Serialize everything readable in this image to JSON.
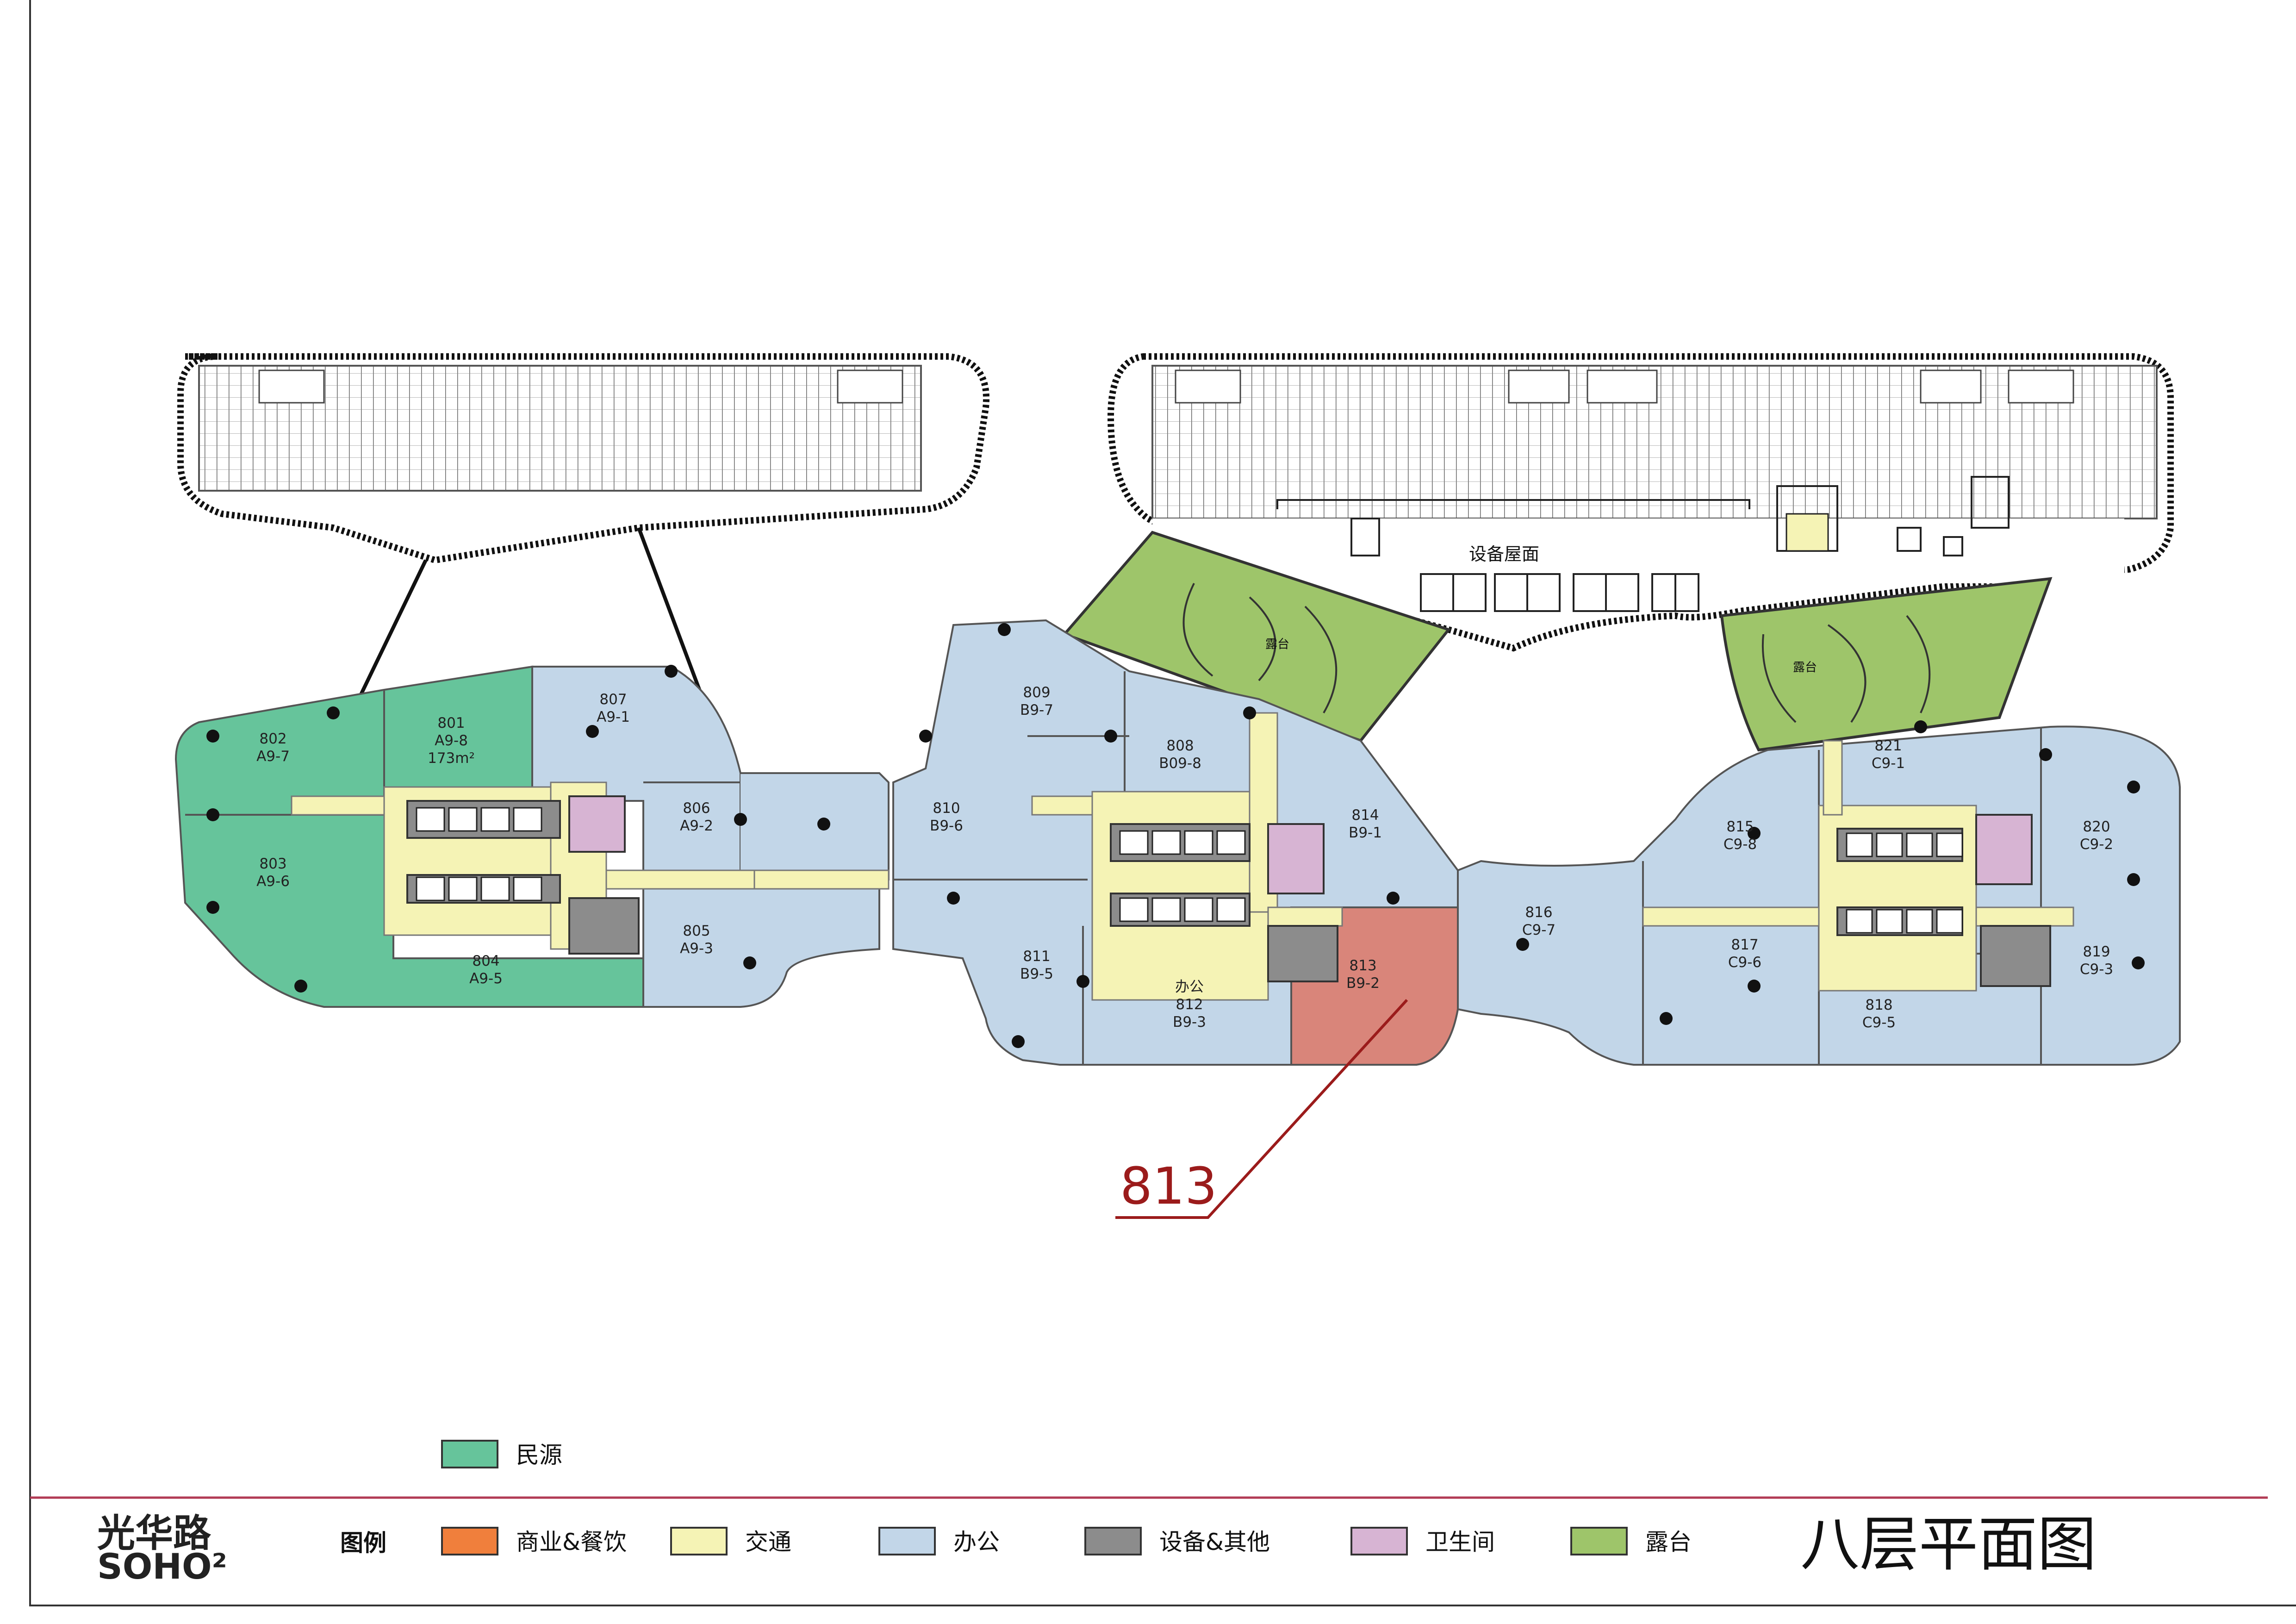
{
  "colors": {
    "minyuan": "#66c49b",
    "commercial": "#f07f3c",
    "circulation": "#f5f3b5",
    "office": "#c2d6e8",
    "equipment": "#8c8c8c",
    "restroom": "#d7b4d3",
    "terrace": "#9ec56a",
    "highlight": "#d9857a",
    "accent": "#9b1b1b",
    "divider": "#b23b55"
  },
  "units": [
    {
      "id": "801",
      "code": "A9-8",
      "area": "173m²",
      "type": "minyuan"
    },
    {
      "id": "802",
      "code": "A9-7",
      "type": "minyuan"
    },
    {
      "id": "803",
      "code": "A9-6",
      "type": "minyuan"
    },
    {
      "id": "804",
      "code": "A9-5",
      "type": "minyuan"
    },
    {
      "id": "805",
      "code": "A9-3",
      "type": "office"
    },
    {
      "id": "806",
      "code": "A9-2",
      "type": "office"
    },
    {
      "id": "807",
      "code": "A9-1",
      "type": "office"
    },
    {
      "id": "808",
      "code": "B09-8",
      "type": "office"
    },
    {
      "id": "809",
      "code": "B9-7",
      "type": "office"
    },
    {
      "id": "810",
      "code": "B9-6",
      "type": "office"
    },
    {
      "id": "811",
      "code": "B9-5",
      "type": "office"
    },
    {
      "id": "812",
      "code": "B9-3",
      "prefix": "办公",
      "type": "office"
    },
    {
      "id": "813",
      "code": "B9-2",
      "type": "highlight"
    },
    {
      "id": "814",
      "code": "B9-1",
      "type": "office"
    },
    {
      "id": "815",
      "code": "C9-8",
      "type": "office"
    },
    {
      "id": "816",
      "code": "C9-7",
      "type": "office"
    },
    {
      "id": "817",
      "code": "C9-6",
      "type": "office"
    },
    {
      "id": "818",
      "code": "C9-5",
      "type": "office"
    },
    {
      "id": "819",
      "code": "C9-3",
      "type": "office"
    },
    {
      "id": "820",
      "code": "C9-2",
      "type": "office"
    },
    {
      "id": "821",
      "code": "C9-1",
      "type": "office"
    }
  ],
  "labels": {
    "equipment_roof": "设备屋面",
    "terrace_1": "露台",
    "terrace_2": "露台",
    "callout": "813"
  },
  "legend": {
    "top_item": {
      "label": "民源",
      "color_key": "minyuan"
    },
    "title": "图例",
    "items": [
      {
        "label": "商业&餐饮",
        "color_key": "commercial"
      },
      {
        "label": "交通",
        "color_key": "circulation"
      },
      {
        "label": "办公",
        "color_key": "office"
      },
      {
        "label": "设备&其他",
        "color_key": "equipment"
      },
      {
        "label": "卫生间",
        "color_key": "restroom"
      },
      {
        "label": "露台",
        "color_key": "terrace"
      }
    ]
  },
  "brand": {
    "line1": "光华路",
    "line2": "SOHO²"
  },
  "page_title": "八层平面图"
}
